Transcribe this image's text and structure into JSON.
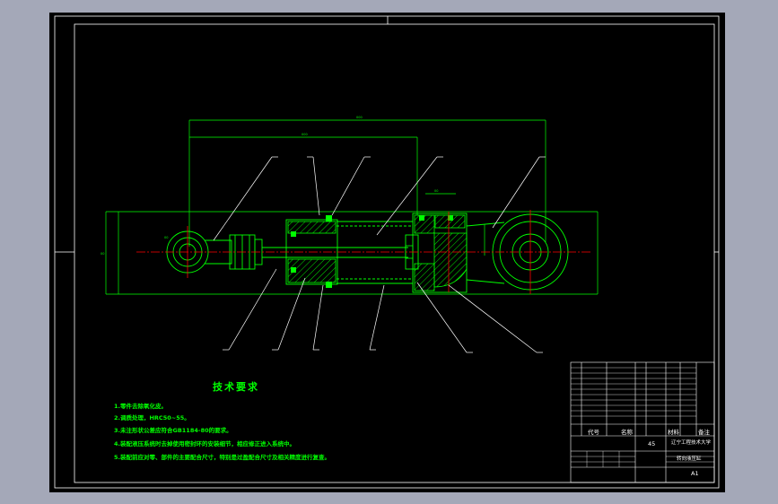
{
  "drawing": {
    "colors": {
      "background": "#000000",
      "border": "#ffffff",
      "outline": "#00ff00",
      "hatch": "#00ff00",
      "centerline": "#ff0000",
      "dimension": "#00ff00",
      "leader": "#ffffff"
    }
  },
  "tech_req": {
    "title": "技术要求",
    "items": [
      "1.零件去除氧化皮。",
      "2.调质处理，HRC50~55。",
      "3.未注形状公差应符合GB1184-80的要求。",
      "4.装配液压系统时去掉使用密封环的安装细节，相应修正进入系统中。",
      "5.装配前应对零、部件的主要配合尺寸，特别是过盈配合尺寸及相关精度进行复查。"
    ]
  },
  "title_block": {
    "headers": {
      "code": "代号",
      "name": "名称",
      "material": "材料",
      "note": "备注"
    },
    "scale": "45",
    "school": "辽宁工程技术大学",
    "drawing_name": "转向液压缸",
    "sheet": "A1"
  }
}
